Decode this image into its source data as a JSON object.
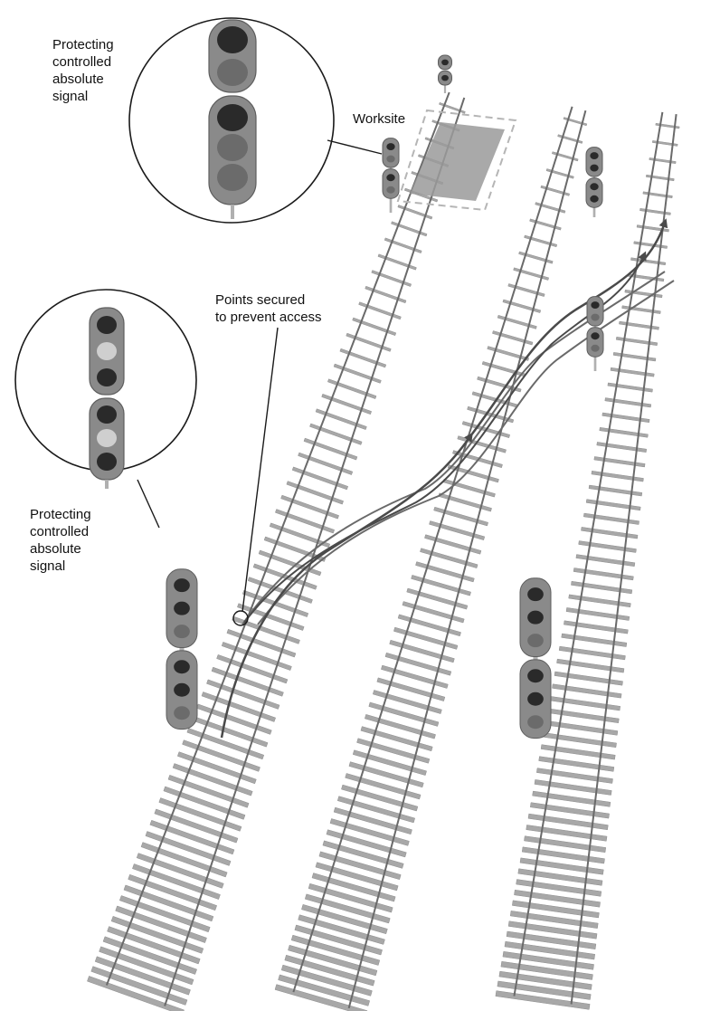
{
  "labels": {
    "top_signal": [
      "Protecting",
      "controlled",
      "absolute",
      "signal"
    ],
    "worksite": "Worksite",
    "points": [
      "Points secured",
      "to prevent access"
    ],
    "left_signal": [
      "Protecting",
      "controlled",
      "absolute",
      "signal"
    ]
  },
  "colors": {
    "sleeper": "#a8a8a8",
    "sleeper_edge": "#8e8e8e",
    "rail": "#6a6a6a",
    "route": "#4a4a4a",
    "worksite_fill": "#9a9a9a",
    "worksite_border": "#b5b5b5",
    "signal_body": "#8a8a8a",
    "signal_body_edge": "#5e5e5e",
    "signal_post": "#b0b0b0",
    "lamp_red": "#2a2a2a",
    "lamp_lit": "#cfcfcf",
    "lamp_unlit": "#6b6b6b",
    "callout": "#1a1a1a"
  },
  "icons": [
    "signal-head-icon",
    "worksite-area-icon",
    "route-arrow-icon",
    "points-marker-icon"
  ]
}
